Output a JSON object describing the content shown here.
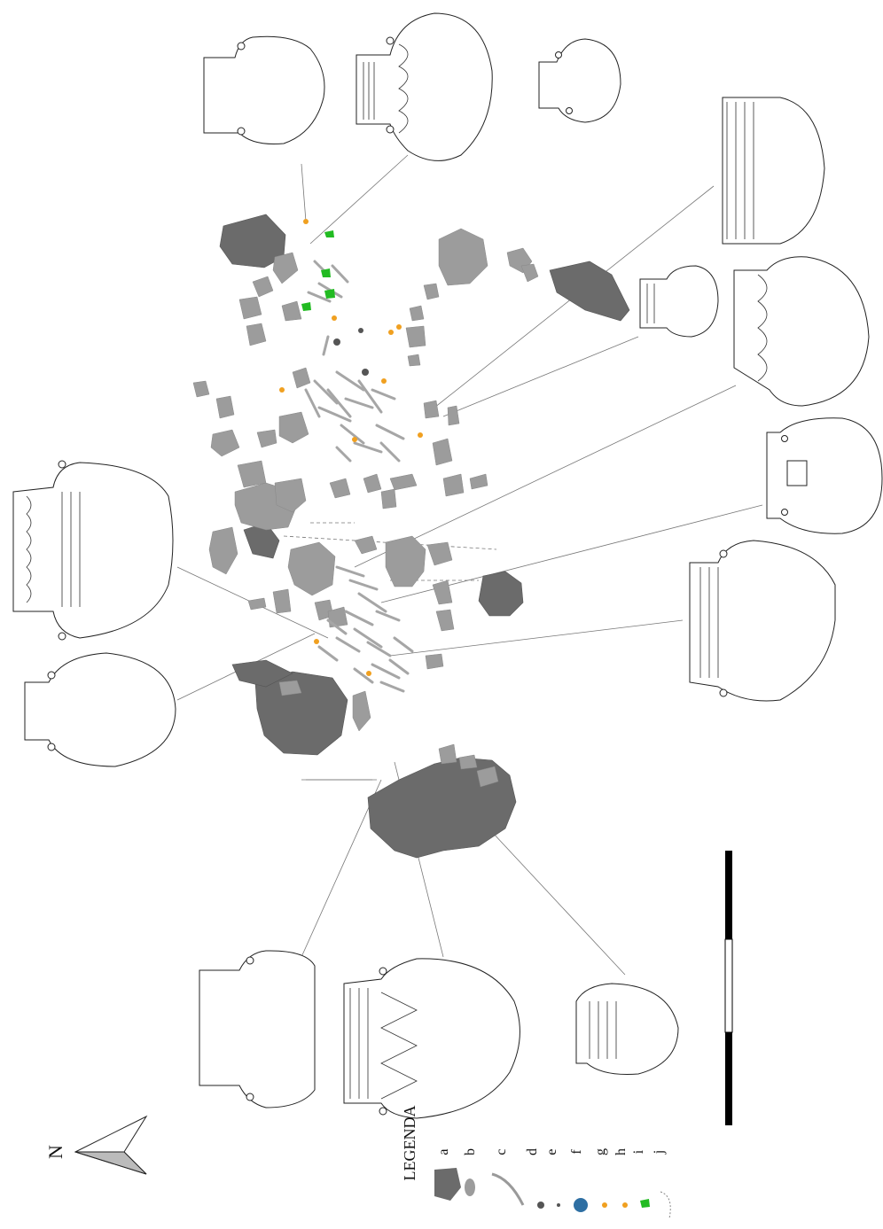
{
  "north_label": "N",
  "legend": {
    "title": "LEGENDA",
    "items": [
      {
        "letter": "a",
        "icon": "large-stone-slab",
        "color": "#6f6f6f"
      },
      {
        "letter": "b",
        "icon": "small-stone",
        "color": "#9a9a9a"
      },
      {
        "letter": "c",
        "icon": "human-bone",
        "color": "#9a9a9a"
      },
      {
        "letter": "d",
        "icon": "dark-dot",
        "color": "#555555"
      },
      {
        "letter": "e",
        "icon": "small-dot",
        "color": "#555555"
      },
      {
        "letter": "f",
        "icon": "blue-disc",
        "color": "#2e6fa3"
      },
      {
        "letter": "g",
        "icon": "orange-dot",
        "color": "#f0a020"
      },
      {
        "letter": "h",
        "icon": "orange-dot-small",
        "color": "#f0a020"
      },
      {
        "letter": "i",
        "icon": "green-fragment",
        "color": "#22bb22"
      },
      {
        "letter": "j",
        "icon": "vessel-outline",
        "color": "#888888"
      }
    ]
  },
  "colors": {
    "dark_stone": "#6b6b6b",
    "light_stone": "#9c9c9c",
    "bone": "#a6a6a6",
    "orange": "#f0a020",
    "green": "#22bb22",
    "blue": "#2e6fa3",
    "leader": "#666666"
  }
}
